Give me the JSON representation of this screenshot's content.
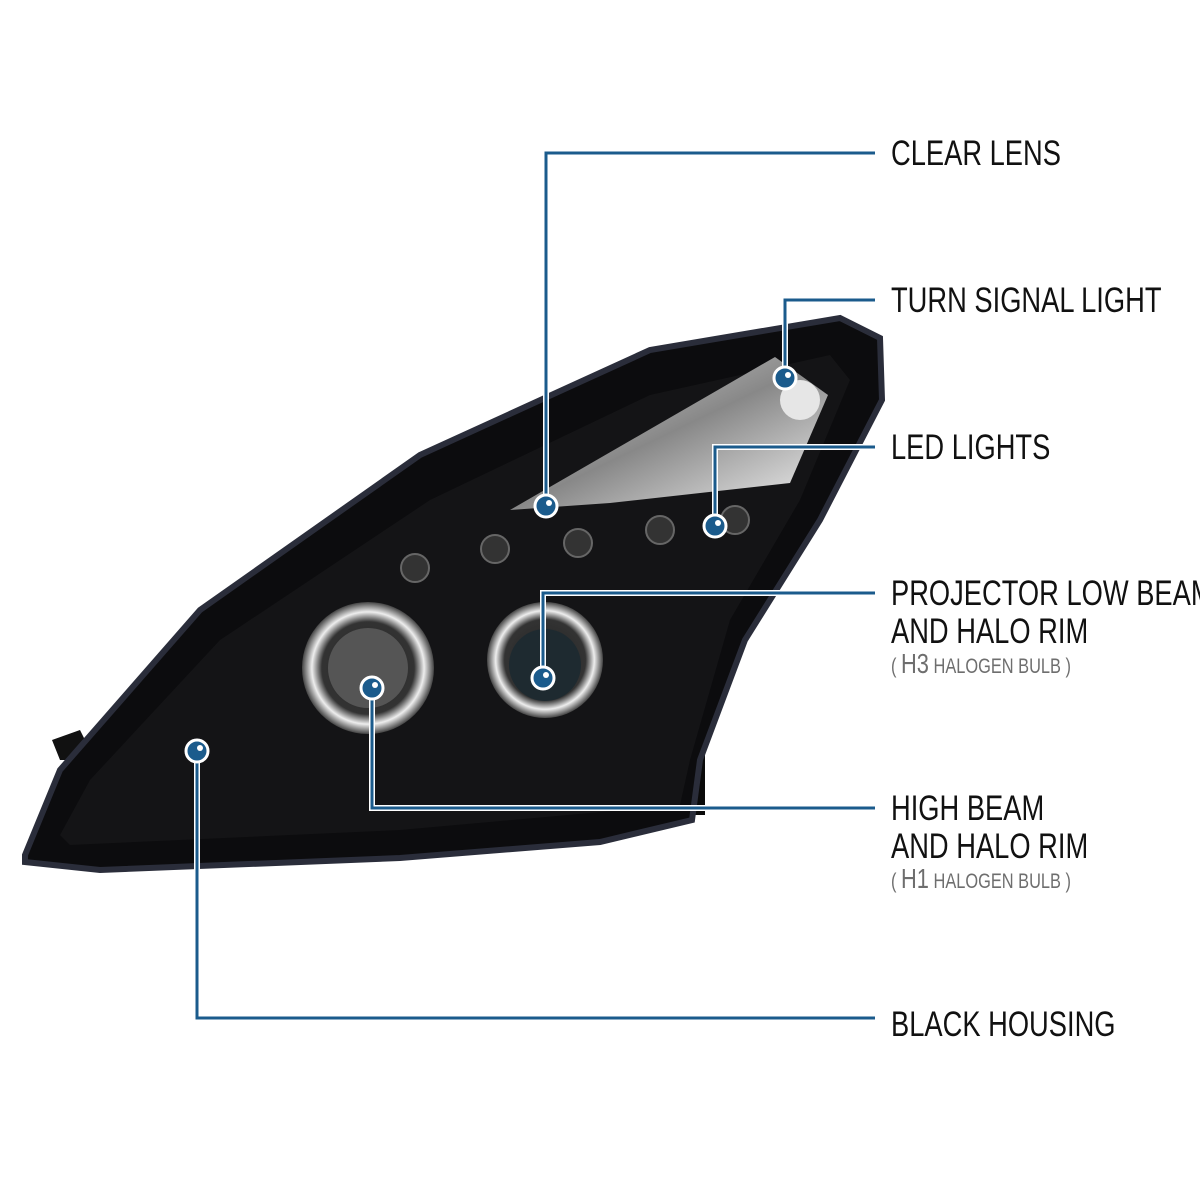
{
  "colors": {
    "accent": "#1b5b8c",
    "text": "#111111",
    "subtext": "#6e6e6e"
  },
  "callouts": [
    {
      "id": "clear-lens",
      "lines": [
        "CLEAR LENS"
      ]
    },
    {
      "id": "turn-signal-light",
      "lines": [
        "TURN SIGNAL LIGHT"
      ]
    },
    {
      "id": "led-lights",
      "lines": [
        "LED LIGHTS"
      ]
    },
    {
      "id": "projector-low-beam",
      "lines": [
        "PROJECTOR LOW BEAM",
        "AND HALO RIM"
      ],
      "sub": {
        "open": "(",
        "code": "H3",
        "text": "HALOGEN BULB",
        "close": ")"
      }
    },
    {
      "id": "high-beam",
      "lines": [
        "HIGH BEAM",
        "AND HALO RIM"
      ],
      "sub": {
        "open": "(",
        "code": "H1",
        "text": "HALOGEN BULB",
        "close": ")"
      }
    },
    {
      "id": "black-housing",
      "lines": [
        "BLACK HOUSING"
      ]
    }
  ]
}
